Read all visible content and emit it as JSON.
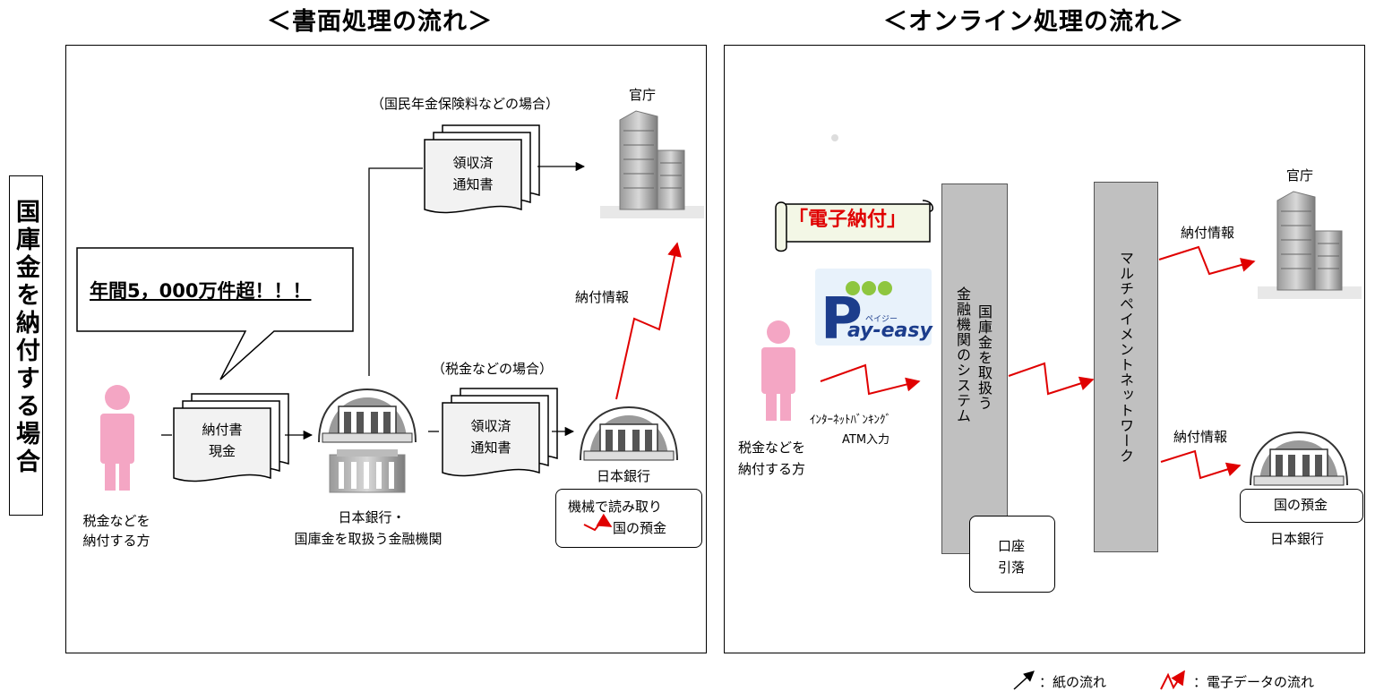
{
  "side_title": "国庫金を納付する場合",
  "paper": {
    "heading": "＜書面処理の流れ＞",
    "speech": "年間5，000万件超！！！",
    "payer_line1": "税金などを",
    "payer_line2": "納付する方",
    "doc1_line1": "納付書",
    "doc1_line2": "現金",
    "bank_line1": "日本銀行・",
    "bank_line2": "国庫金を取扱う金融機関",
    "case_tax": "（税金などの場合）",
    "doc2_line1": "領収済",
    "doc2_line2": "通知書",
    "case_pension": "（国民年金保険料などの場合）",
    "doc3_line1": "領収済",
    "doc3_line2": "通知書",
    "ministry": "官庁",
    "info": "納付情報",
    "boj": "日本銀行",
    "note_line1": "機械で読み取り",
    "note_line2": "国の預金"
  },
  "online": {
    "heading": "＜オンライン処理の流れ＞",
    "denshi": "「電子納付」",
    "payeasy_kana": "ペイジー",
    "payeasy_logo": "ay-easy",
    "payer_line1": "税金などを",
    "payer_line2": "納付する方",
    "channel_line1": "ｲﾝﾀｰﾈｯﾄﾊﾞﾝｷﾝｸﾞ",
    "channel_line2": "ATM入力",
    "fi_col1": "金融機関のシステム",
    "fi_col2": "国庫金を取扱う",
    "account_line1": "口座",
    "account_line2": "引落",
    "network": "マルチペイメントネットワーク",
    "info_top": "納付情報",
    "ministry": "官庁",
    "info_bottom": "納付情報",
    "deposit": "国の預金",
    "boj": "日本銀行"
  },
  "legend": {
    "paper": "：紙の流れ",
    "electronic": "：電子データの流れ"
  },
  "colors": {
    "red_flow": "#e00000",
    "person": "#f4a6c4",
    "bar": "#c0c0c0",
    "banner_text": "#e00000",
    "banner_bg": "#f3f7e6"
  }
}
